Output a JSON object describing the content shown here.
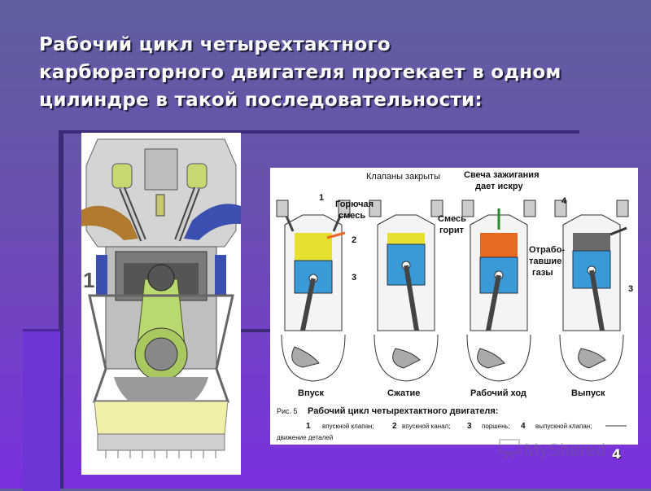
{
  "slide": {
    "title_lines": [
      "Рабочий цикл четырехтактного",
      "карбюраторного двигателя протекает в одном",
      "цилиндре в такой последовательности:"
    ],
    "page_number": "4",
    "watermark": "MyShared"
  },
  "engine_figure": {
    "label": "1"
  },
  "cycle_figure": {
    "callouts": {
      "valves_closed": "Клапаны закрыты",
      "spark_plug_line1": "Свеча зажигания",
      "spark_plug_line2": "дает искру",
      "fuel_mix_line1": "Горючая",
      "fuel_mix_line2": "смесь",
      "mix_burns_line1": "Смесь",
      "mix_burns_line2": "горит",
      "exhaust_line1": "Отрабо-",
      "exhaust_line2": "тавшие",
      "exhaust_line3": "газы"
    },
    "numbers": {
      "n1": "1",
      "n2": "2",
      "n3a": "3",
      "n3b": "3",
      "n4": "4"
    },
    "strokes": [
      "Впуск",
      "Сжатие",
      "Рабочий ход",
      "Выпуск"
    ],
    "caption_prefix": "Рис. 5",
    "caption_title": "Рабочий цикл четырехтактного двигателя:",
    "legend": [
      {
        "num": "1",
        "text": "впускной клапан;"
      },
      {
        "num": "2",
        "text": "впускной канал;"
      },
      {
        "num": "3",
        "text": "поршень;"
      },
      {
        "num": "4",
        "text": "выпускной клапан;"
      }
    ],
    "legend_line2": "движение деталей"
  },
  "colors": {
    "fuel_yellow": "#e8e030",
    "piston_blue": "#3a9ad8",
    "burn_orange": "#e86a20",
    "exhaust_gray": "#6a6a6a",
    "rod_green": "#b8d870"
  }
}
